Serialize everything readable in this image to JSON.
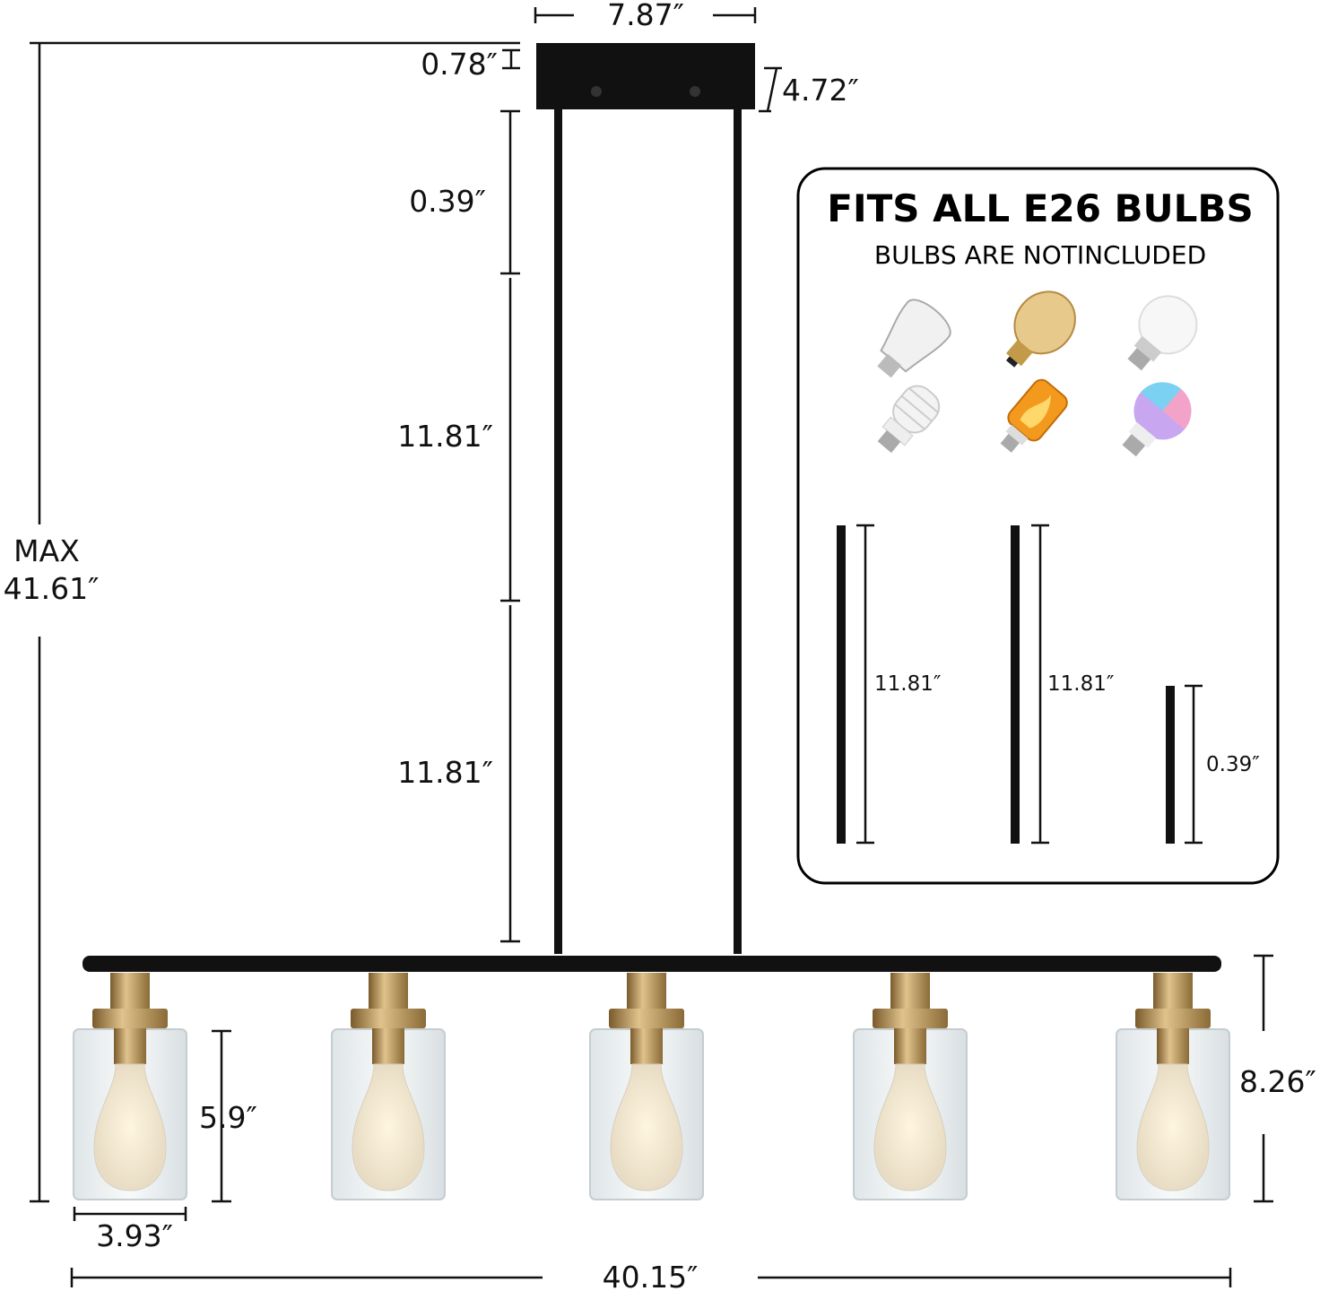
{
  "dimensions": {
    "canopy_width": "7.87″",
    "canopy_height": "0.78″",
    "canopy_depth": "4.72″",
    "rod_short": "0.39″",
    "rod_long_1": "11.81″",
    "rod_long_2": "11.81″",
    "max_label": "MAX",
    "max_height": "41.61″",
    "shade_height": "5.9″",
    "shade_width": "3.93″",
    "fixture_height": "8.26″",
    "total_length": "40.15″"
  },
  "info_box": {
    "title": "FITS ALL E26 BULBS",
    "subtitle": "BULBS ARE NOTINCLUDED",
    "bulbs": [
      "edison-filament-bulb-icon",
      "amber-filament-bulb-icon",
      "a19-led-bulb-icon",
      "cfl-spiral-bulb-icon",
      "flame-effect-bulb-icon",
      "rgb-smart-bulb-icon"
    ],
    "rods": [
      {
        "label": "11.81″"
      },
      {
        "label": "11.81″"
      },
      {
        "label": "0.39″"
      }
    ]
  },
  "colors": {
    "metal": "#111111",
    "brass": "#b8935a",
    "glass": "#e9eef0"
  }
}
